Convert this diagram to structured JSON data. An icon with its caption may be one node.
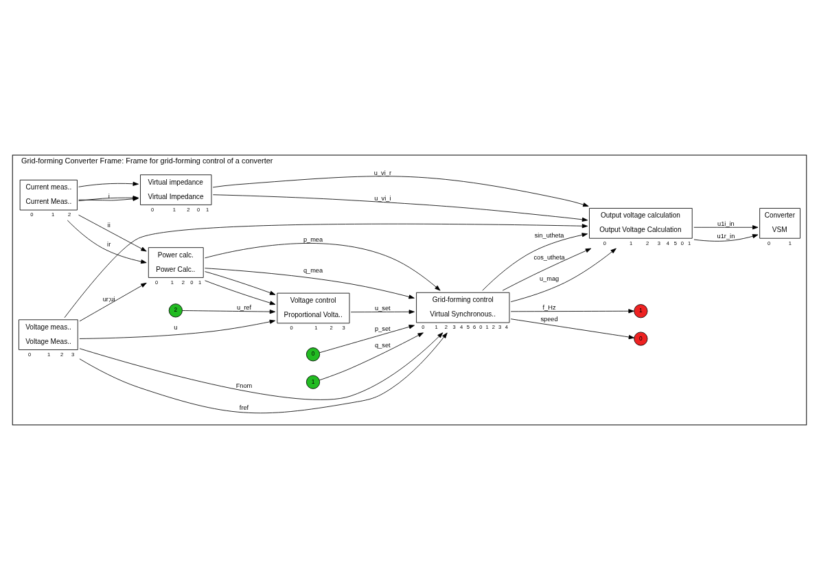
{
  "diagram": {
    "nodes": [
      {
        "text": [
          "Grid-forming Converter Frame: Frame for grid-forming control of a converter"
        ]
      },
      {
        "text": [
          "0"
        ],
        "in": 0
      },
      {
        "text": [
          "1"
        ],
        "in": 0
      },
      {
        "text": [
          "2"
        ],
        "in": 0
      },
      {
        "text": [
          "Voltage control",
          "Proportional Volta.."
        ],
        "in": 0,
        "beside": [
          "0",
          "1",
          "2",
          "3"
        ]
      },
      {
        "text": [
          "Grid-forming control",
          "Virtual Synchronous.."
        ],
        "in": 0,
        "beside": [
          "0",
          "1",
          "2",
          "3",
          "4",
          "5",
          "6",
          "0",
          "1",
          "2",
          "3",
          "4"
        ]
      },
      {
        "text": [
          "0"
        ],
        "in": 0
      },
      {
        "text": [
          "1"
        ],
        "in": 0
      },
      {
        "text": [
          "Voltage meas..",
          "Voltage Meas.."
        ],
        "in": 0,
        "beside": [
          "0",
          "1",
          "2",
          "3"
        ]
      },
      {
        "text": [
          "Power calc.",
          "Power Calc.."
        ],
        "in": 0,
        "beside": [
          "0",
          "1",
          "2",
          "0",
          "1"
        ]
      },
      {
        "text": [
          "Current meas..",
          "Current Meas.."
        ],
        "in": 0,
        "beside": [
          "0",
          "1",
          "2"
        ]
      },
      {
        "text": [
          "Virtual impedance",
          "Virtual Impedance"
        ],
        "in": 0,
        "beside": [
          "0",
          "1",
          "2",
          "0",
          "1"
        ]
      },
      {
        "text": [
          "Output voltage calculation",
          "Output Voltage Calculation"
        ],
        "in": 0,
        "beside": [
          "0",
          "1",
          "2",
          "3",
          "4",
          "5",
          "0",
          "1"
        ]
      },
      {
        "text": [
          "Converter",
          "VSM"
        ],
        "in": 0,
        "beside": [
          "0",
          "1"
        ]
      }
    ],
    "edges": [
      {
        "from": 1,
        "to": 5,
        "arrow": "to",
        "label": "p_set"
      },
      {
        "from": 2,
        "to": 5,
        "arrow": "to",
        "label": "q_set"
      },
      {
        "from": 5,
        "to": 6,
        "arrow": "to",
        "label": "speed"
      },
      {
        "from": 5,
        "to": 7,
        "arrow": "to",
        "label": "f_Hz"
      },
      {
        "from": 3,
        "to": 4,
        "arrow": "to",
        "label": "u_ref"
      },
      {
        "from": 4,
        "to": 5,
        "arrow": "to",
        "label": "u_set"
      },
      {
        "from": 8,
        "to": 4,
        "arrow": "to",
        "label": "u"
      },
      {
        "from": 9,
        "to": 4,
        "arrow": "to"
      },
      {
        "from": 9,
        "to": 4,
        "arrow": "to"
      },
      {
        "from": 8,
        "to": 5,
        "arrow": "to",
        "label": "Fnom"
      },
      {
        "from": 8,
        "to": 5,
        "arrow": "to",
        "label": "fref"
      },
      {
        "from": 8,
        "to": 9,
        "arrow": "to",
        "label": "ur;ui"
      },
      {
        "from": 8,
        "to": 12,
        "arrow": "to"
      },
      {
        "from": 9,
        "to": 5,
        "arrow": "to",
        "label": "p_mea"
      },
      {
        "from": 9,
        "to": 5,
        "arrow": "to",
        "label": "q_mea"
      },
      {
        "from": 10,
        "to": 9,
        "arrow": "to",
        "label": "ir"
      },
      {
        "from": 10,
        "to": 9,
        "arrow": "to",
        "label": "ii"
      },
      {
        "from": 10,
        "to": 11,
        "arrow": "to"
      },
      {
        "from": 10,
        "to": 11,
        "arrow": "to"
      },
      {
        "from": 10,
        "to": 11,
        "arrow": "to",
        "label": "i"
      },
      {
        "from": 5,
        "to": 12,
        "arrow": "to",
        "label": "u_mag"
      },
      {
        "from": 5,
        "to": 12,
        "arrow": "to",
        "label": "cos_utheta"
      },
      {
        "from": 5,
        "to": 12,
        "arrow": "to",
        "label": "sin_utheta"
      },
      {
        "from": 11,
        "to": 12,
        "arrow": "to",
        "label": "u_vi_r"
      },
      {
        "from": 11,
        "to": 12,
        "arrow": "to",
        "label": "u_vi_i"
      },
      {
        "from": 12,
        "to": 13,
        "arrow": "to",
        "label": "u1r_in"
      },
      {
        "from": 12,
        "to": 13,
        "arrow": "to",
        "label": "u1i_in"
      }
    ]
  }
}
